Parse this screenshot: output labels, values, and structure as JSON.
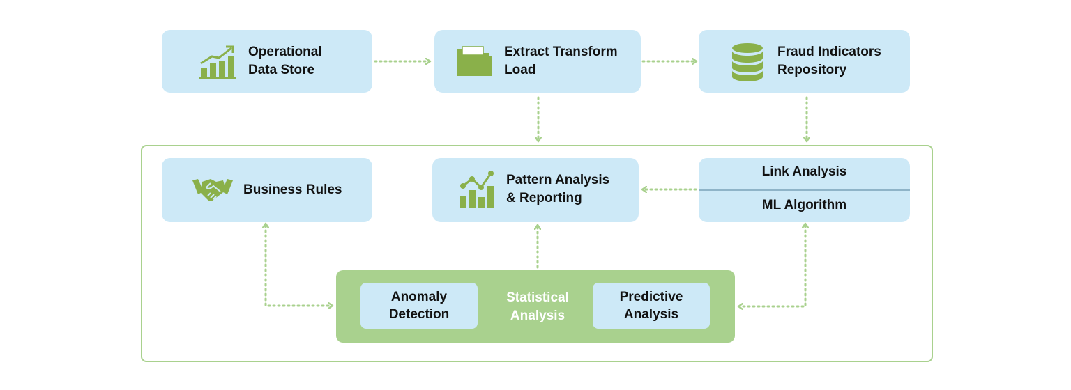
{
  "colors": {
    "node_fill": "#cde9f7",
    "accent_green": "#8ab04a",
    "connector": "#a9d18e",
    "stat_fill": "#a9d18e"
  },
  "nodes": {
    "ods": {
      "label": "Operational\nData Store",
      "icon": "growth-chart-icon"
    },
    "etl": {
      "label": "Extract Transform\nLoad",
      "icon": "folder-icon"
    },
    "fir": {
      "label": "Fraud Indicators\nRepository",
      "icon": "database-icon"
    },
    "business_rules": {
      "label": "Business Rules",
      "icon": "handshake-icon"
    },
    "pattern": {
      "label": "Pattern Analysis\n& Reporting",
      "icon": "analytics-chart-icon"
    },
    "link_ml": {
      "top": "Link Analysis",
      "bottom": "ML Algorithm"
    }
  },
  "statistical": {
    "title": "Statistical\nAnalysis",
    "left": "Anomaly\nDetection",
    "right": "Predictive\nAnalysis"
  }
}
